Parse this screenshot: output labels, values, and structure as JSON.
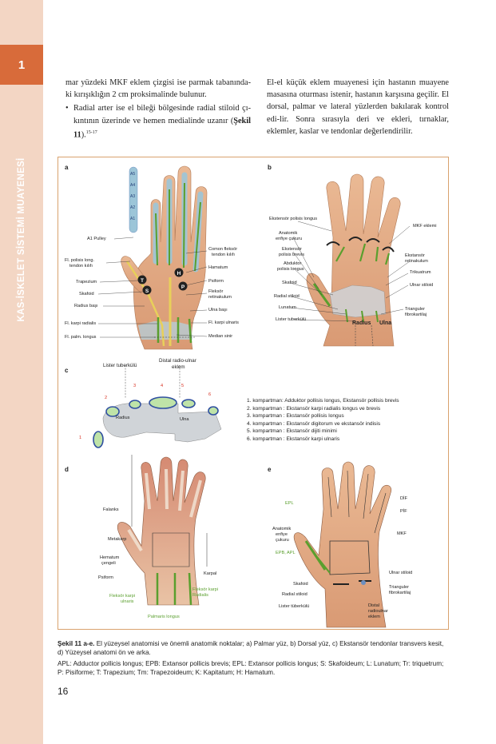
{
  "sidebar": {
    "chapter_number": "1",
    "title": "KAS-İSKELET SİSTEMİ MUAYENESİ"
  },
  "text": {
    "left_p1": "mar yüzdeki MKF eklem çizgisi ise parmak tabanında-ki kırışıklığın 2 cm proksimalinde bulunur.",
    "left_bullet": "Radial arter ise el bileği bölgesinde radial stiloid çı-kıntının üzerinde ve hemen medialinde uzanır (",
    "left_bullet_ref": "Şekil 11",
    "left_bullet_end": ").",
    "left_bullet_sup": "15-17",
    "right_p1": "El-el küçük eklem muayenesi için hastanın muayene masasına oturması istenir, hastanın karşısına geçilir. El dorsal, palmar ve lateral yüzlerden bakılarak kontrol edi-lir. Sonra sırasıyla deri ve ekleri, tırnaklar, eklemler, kaslar ve tendonlar değerlendirilir."
  },
  "figure": {
    "panel_letters": [
      "a",
      "b",
      "c",
      "d",
      "e"
    ],
    "panel_a": {
      "pulleys": [
        "A5",
        "A4",
        "A3",
        "A2",
        "A1"
      ],
      "circle_letters": [
        "T",
        "S",
        "H",
        "P"
      ],
      "labels_left": [
        "A1 Pulley",
        "Fl. polisis long.",
        "tendon kılıfı",
        "Trapezium",
        "Skafoid",
        "Radius başı",
        "Fl. karpi radialis",
        "Fl. palm. longus"
      ],
      "labels_right": [
        "Comon fleksör",
        "tendon kılıfı",
        "Hamatum",
        "Psiform",
        "Fleksör",
        "retinakulum",
        "Ulna başı",
        "Fl. karpi ulnaris",
        "Median sinir"
      ]
    },
    "panel_b": {
      "labels_left": [
        "Ekstensör polisis longus",
        "Anatomik",
        "enfiye çukuru",
        "Ekstensör",
        "polisis brevis",
        "Abduktor",
        "polisis longus",
        "Skafoid",
        "Radial stiloid",
        "Lunatum",
        "Lister tuberkülü"
      ],
      "labels_right": [
        "MKF eklemi",
        "Ekstansör",
        "retinakulum",
        "Trikuatrum",
        "Ulnar stiloid",
        "Trianguler",
        "fibrokartilaj"
      ],
      "bone_labels": [
        "Radius",
        "Ulna"
      ]
    },
    "panel_c": {
      "top_labels": [
        "Lister tuberkülü",
        "Distal radio-ulnar",
        "eklem"
      ],
      "numbers": [
        "1",
        "2",
        "3",
        "4",
        "5",
        "6"
      ],
      "bone_labels": [
        "Radius",
        "Ulna"
      ],
      "compartments": [
        "1. kompartman: Adduktor pollisis longus, Ekstansör pollisis brevis",
        "2. kompartman : Ekstansör karpi radialis longus ve brevis",
        "3. kompartman : Ekstansör pollisis longus",
        "4. kompartman : Ekstansör digitorum ve ekstansör indisis",
        "5. kompartman : Ekstansör dijiti minimi",
        "6. kompartman : Ekstansör karpi ulnaris"
      ]
    },
    "panel_d": {
      "labels": [
        "Falanks",
        "Metakarp",
        "Hematum",
        "çengeli",
        "Psiform",
        "Karpal"
      ],
      "green_labels": [
        "Fleksör karpi",
        "ulnaris",
        "Fleksör karpi",
        "Radialis",
        "Palmaris longus"
      ]
    },
    "panel_e": {
      "labels_right": [
        "DİF",
        "PİF",
        "MKF",
        "Ulnar stiloid",
        "Trianguler",
        "fibrokartilaj",
        "Distal",
        "radioulnar",
        "eklem"
      ],
      "labels_left": [
        "Anatomik",
        "enfiye",
        "çukuru",
        "Skafoid",
        "Radial stiloid",
        "Lister tüberkülü"
      ],
      "green_labels": [
        "EPL",
        "EPB, APL"
      ]
    }
  },
  "caption": {
    "title": "Şekil 11 a-e.",
    "text": " El yüzeysel anatomisi ve önemli anatomik noktalar; a) Palmar yüz, b) Dorsal yüz, c) Ekstansör tendonlar transvers kesit, d) Yüzeysel anatomi ön ve arka.",
    "abbrev": "APL: Adductor pollicis longus; EPB: Extansor pollicis brevis; EPL: Extansor pollicis longus; S: Skafoideum; L: Lunatum; Tr: triquetrum; P: Pisiforme; T: Trapezium; Tm: Trapezoideum; K: Kapitatum; H: Hamatum."
  },
  "page_number": "16",
  "colors": {
    "sidebar": "#f3d6c4",
    "chapter_box": "#d86b3a",
    "figure_border": "#d9a26e",
    "green": "#5a9f2e",
    "skin": "#e8b48f",
    "tendon_blue": "#9cc5d8",
    "bone_gray": "#d0d4d8"
  }
}
